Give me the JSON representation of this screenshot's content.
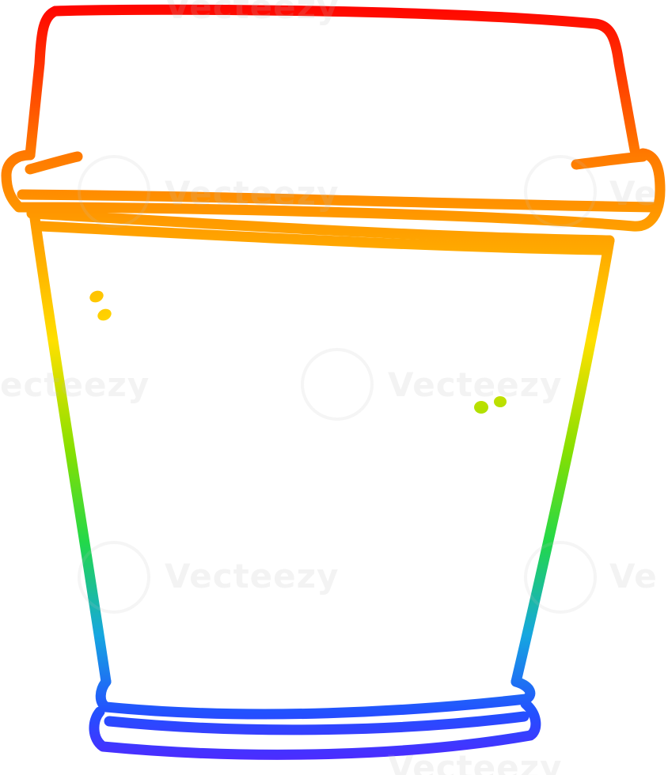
{
  "illustration": {
    "subject": "cup-icon",
    "gradient_colors": [
      "#ff0000",
      "#ff7a00",
      "#ffb400",
      "#ffe600",
      "#8ee000",
      "#27d83a",
      "#1fb6d8",
      "#1f6aff",
      "#4b1fff"
    ],
    "background": "#ffffff"
  },
  "watermark": {
    "label": "Vecteezy",
    "label_partial_left": "ecteezy",
    "label_partial_right": "Ve"
  }
}
